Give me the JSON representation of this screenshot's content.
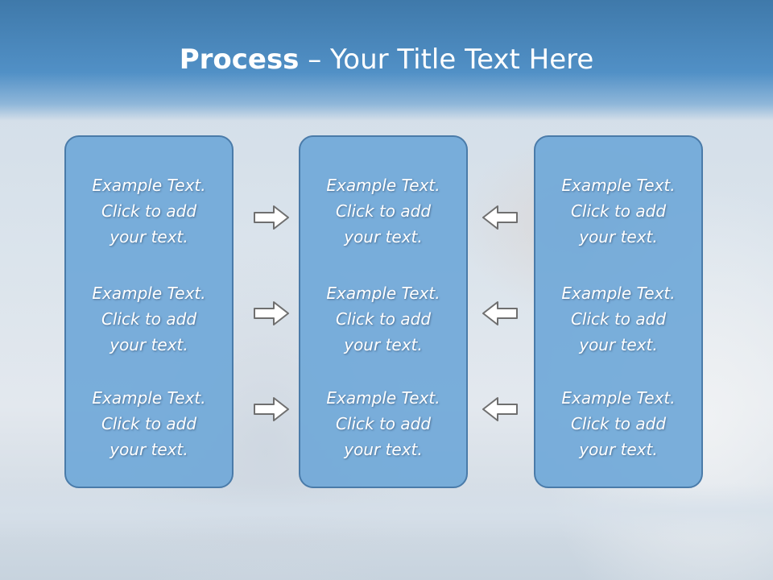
{
  "header": {
    "title_bold": "Process",
    "title_rest": " – Your Title Text Here"
  },
  "columns": [
    {
      "items": [
        {
          "line1": "Example Text.",
          "line2": "Click  to add",
          "line3": "your text."
        },
        {
          "line1": "Example Text.",
          "line2": "Click  to add",
          "line3": "your text."
        },
        {
          "line1": "Example Text.",
          "line2": "Click  to add",
          "line3": "your text."
        }
      ]
    },
    {
      "items": [
        {
          "line1": "Example Text.",
          "line2": "Click  to add",
          "line3": "your text."
        },
        {
          "line1": "Example Text.",
          "line2": "Click  to add",
          "line3": "your text."
        },
        {
          "line1": "Example Text.",
          "line2": "Click  to add",
          "line3": "your text."
        }
      ]
    },
    {
      "items": [
        {
          "line1": "Example Text.",
          "line2": "Click  to add",
          "line3": "your text."
        },
        {
          "line1": "Example Text.",
          "line2": "Click  to add",
          "line3": "your text."
        },
        {
          "line1": "Example Text.",
          "line2": "Click  to add",
          "line3": "your text."
        }
      ]
    }
  ],
  "arrows": {
    "left_group": "arrow-right-icon",
    "right_group": "arrow-left-icon",
    "color": "#6f6f6f"
  },
  "colors": {
    "header": "#4f8cc2",
    "box_fill": "#70a8d8",
    "box_border": "#4a7ba9"
  }
}
